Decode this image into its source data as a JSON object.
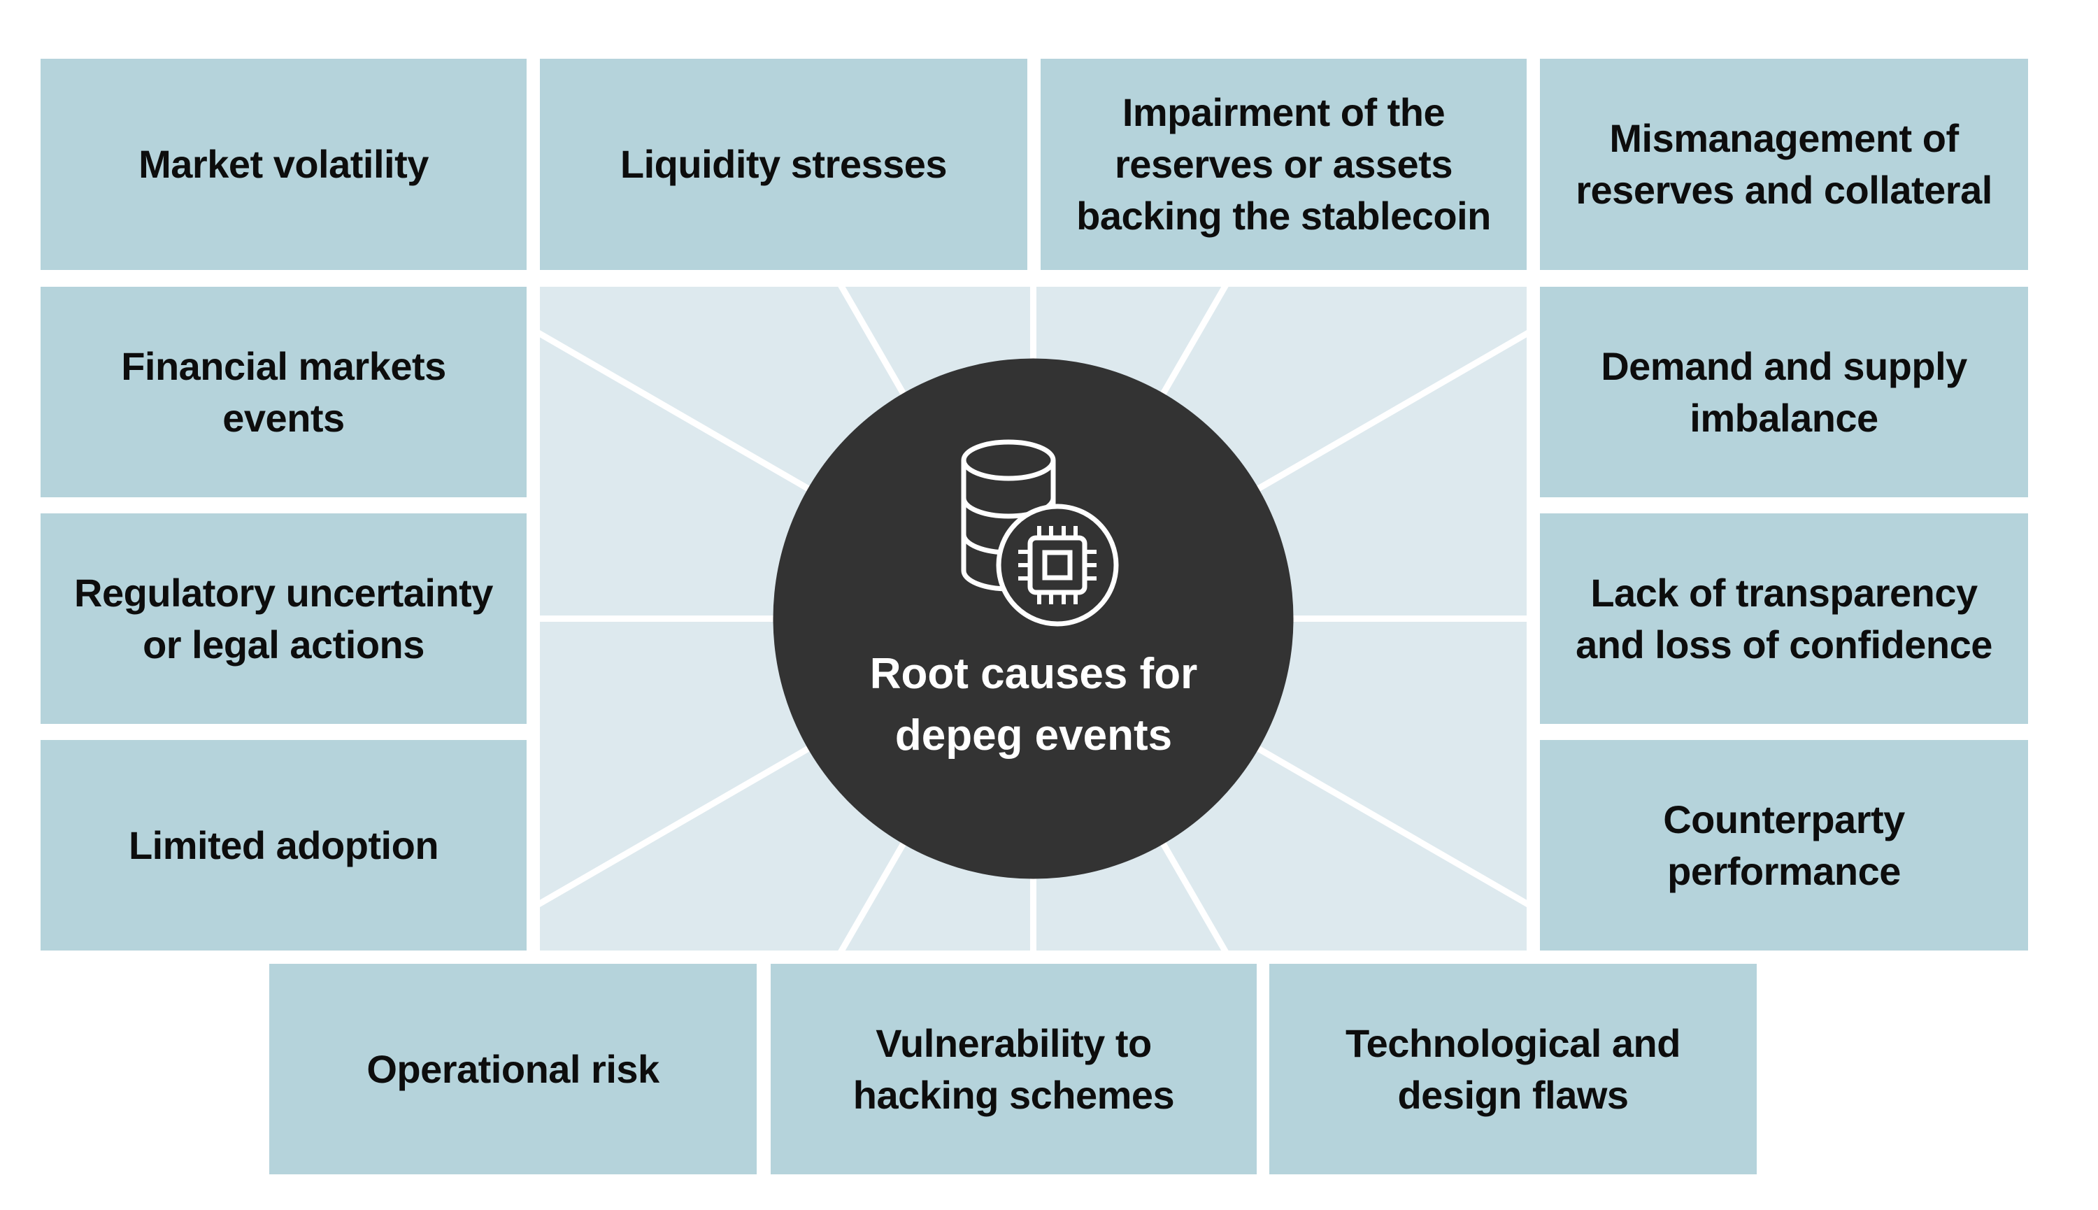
{
  "diagram": {
    "center": {
      "title": "Root causes for\ndepeg events",
      "icon": "database-chip-icon",
      "ray_count": 12
    },
    "boxes": {
      "top_row": [
        "Market volatility",
        "Liquidity stresses",
        "Impairment of the\nreserves or assets\nbacking the stablecoin",
        "Mismanagement of\nreserves and collateral"
      ],
      "left_column": [
        "Financial markets\nevents",
        "Regulatory uncertainty\nor legal actions",
        "Limited adoption"
      ],
      "right_column": [
        "Demand and supply\nimbalance",
        "Lack of transparency\nand loss of confidence",
        "Counterparty\nperformance"
      ],
      "bottom_row": [
        "Operational risk",
        "Vulnerability to\nhacking schemes",
        "Technological and\ndesign flaws"
      ]
    }
  },
  "colors": {
    "background": "#ffffff",
    "box_fill": "#b5d3db",
    "panel_fill": "#dde9ee",
    "circle_fill": "#333333",
    "label_color": "#0d0d0d",
    "title_color": "#ffffff",
    "ray_color": "#ffffff",
    "icon_color": "#ffffff"
  }
}
